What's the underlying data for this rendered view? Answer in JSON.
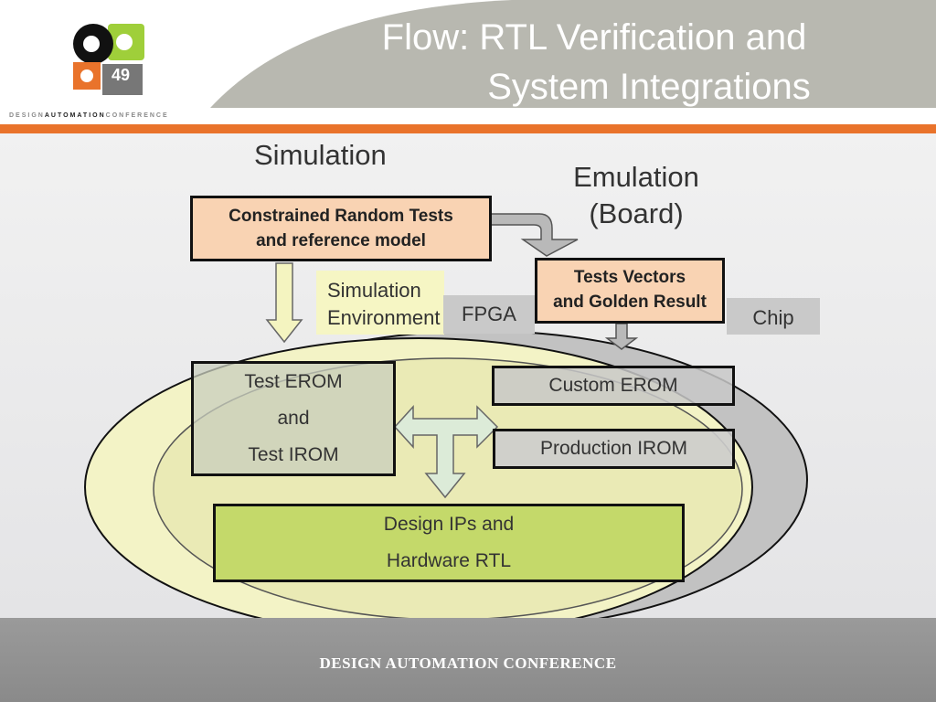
{
  "slide": {
    "title_line1": "Flow:  RTL Verification and",
    "title_line2": "System Integrations",
    "brand_prefix": "DESIGN",
    "brand_bold": "AUTOMATION",
    "brand_suffix": "CONFERENCE",
    "logo_number": "49",
    "footer": "DESIGN AUTOMATION CONFERENCE"
  },
  "diagram": {
    "simulation_heading": "Simulation",
    "emulation_line1": "Emulation",
    "emulation_line2": "(Board)",
    "constrained_line1": "Constrained Random Tests",
    "constrained_line2": "and reference model",
    "tests_vectors_line1": "Tests Vectors",
    "tests_vectors_line2": "and Golden Result",
    "sim_env_line1": "Simulation",
    "sim_env_line2": "Environment",
    "fpga": "FPGA",
    "chip": "Chip",
    "test_erom": "Test EROM",
    "and": "and",
    "test_irom": "Test IROM",
    "custom_erom": "Custom EROM",
    "production_irom": "Production IROM",
    "design_ips_line1": "Design IPs and",
    "design_ips_line2": "Hardware RTL"
  },
  "colors": {
    "orange_accent": "#e9732b",
    "peach_box": "#f9d3b3",
    "green_box": "#c4d96a",
    "ellipse_yellow": "#f2f2c4",
    "ellipse_gray": "#bdbdbd"
  }
}
